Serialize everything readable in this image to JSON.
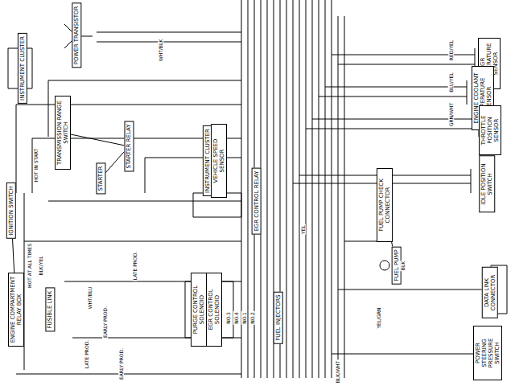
{
  "diagram": {
    "nodes": [
      {
        "text": [
          "POWER TRANSISTOR"
        ]
      },
      {
        "text": [
          "INSTRUMENT CLUSTER"
        ]
      },
      {
        "text": [
          "EGR TEMPERATURE SENSOR"
        ]
      },
      {
        "text": [
          "ENGINE COOLANT TEMPERATURE SENSOR"
        ]
      },
      {
        "text": [
          "THROTTLE POSITION SENSOR"
        ]
      },
      {
        "text": [
          "IDLE POSITION SWITCH"
        ]
      },
      {
        "text": [
          "TRANSMISSION RANGE SWITCH"
        ]
      },
      {
        "text": [
          "STARTER RELAY"
        ]
      },
      {
        "text": [
          "STARTER"
        ]
      },
      {
        "text": [
          "INSTRUMENT CLUSTER"
        ]
      },
      {
        "text": [
          "VEHICLE SPEED SENSOR"
        ]
      },
      {
        "text": [
          "EGR CONTROL RELAY"
        ]
      },
      {
        "text": [
          "IGNITION SWITCH"
        ]
      },
      {
        "text": [
          "ENGINE COMPARTMENT RELAY BOX"
        ]
      },
      {
        "text": [
          "FUSIBLE LINK"
        ]
      },
      {
        "text": [
          "PURGE CONTROL SOLENOID"
        ]
      },
      {
        "text": [
          "EGR CONTROL SOLENOID"
        ]
      },
      {
        "text": [
          "FUEL INJECTORS"
        ]
      },
      {
        "text": [
          "FUEL PUMP"
        ]
      },
      {
        "text": [
          "FUEL PUMP CHECK CONNECTOR"
        ]
      },
      {
        "text": [
          "DATA LINK CONNECTOR"
        ]
      },
      {
        "text": [
          "POWER STEERING PRESSURE SWITCH"
        ]
      }
    ],
    "edges": [
      {
        "from": 6,
        "to": 7,
        "arrow": "none"
      },
      {
        "from": 7,
        "to": 8,
        "arrow": "none"
      },
      {
        "from": 12,
        "to": 13,
        "arrow": "none"
      },
      {
        "from": 15,
        "to": 16,
        "arrow": "none"
      },
      {
        "from": 19,
        "to": 18,
        "arrow": "none"
      }
    ],
    "labels": [
      "BLK/YEL",
      "WHT/BLU",
      "YEL",
      "BLK",
      "YEL/GRN",
      "RED/YEL",
      "BLU/YEL",
      "GRN/WHT",
      "HOT AT ALL TIMES",
      "HOT IN START",
      "EARLY PROD.",
      "LATE PROD.",
      "NO.1",
      "NO.2",
      "NO.3",
      "NO.4",
      "BLK/WHT",
      "WHT/BLK",
      "EARLY PROD.",
      "LATE PROD."
    ]
  }
}
